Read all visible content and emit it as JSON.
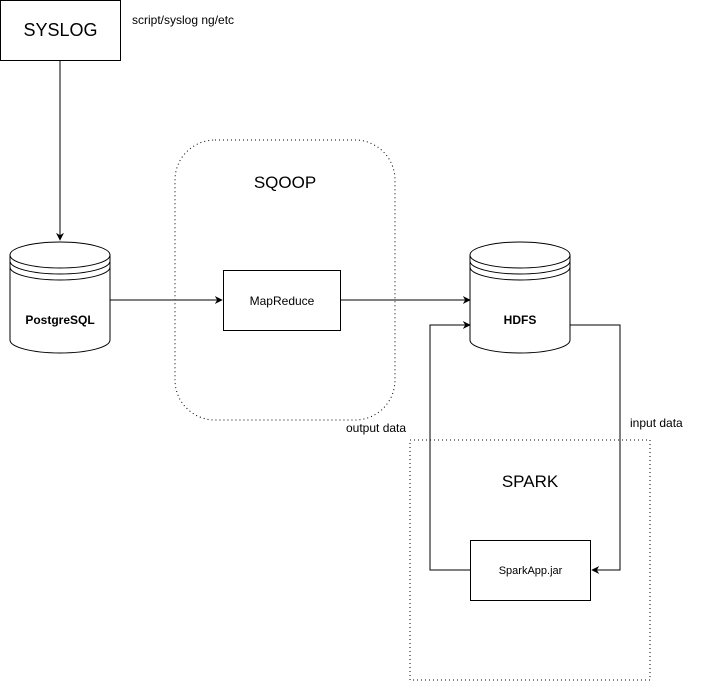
{
  "nodes": {
    "syslog": {
      "label": "SYSLOG",
      "note": "script/syslog ng/etc"
    },
    "postgres": {
      "label": "PostgreSQL"
    },
    "sqoop": {
      "label": "SQOOP"
    },
    "mapreduce": {
      "label": "MapReduce"
    },
    "hdfs": {
      "label": "HDFS"
    },
    "spark": {
      "label": "SPARK"
    },
    "sparkapp": {
      "label": "SparkApp.jar"
    }
  },
  "edges": {
    "output_label": "output data",
    "input_label": "input data"
  }
}
